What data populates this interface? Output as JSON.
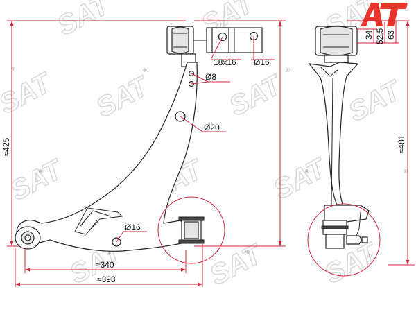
{
  "brand": {
    "logo_letters": "AT",
    "watermark": "SAT",
    "registered_mark": "®",
    "accent_color": "#d0243a"
  },
  "dimensions": {
    "overall_height_front": "≈425",
    "overall_height_side": "≈481",
    "width_inner": "≈340",
    "width_overall": "≈398",
    "slot": "18x16",
    "upper_hole": "Ø16",
    "small_holes": "Ø8",
    "middle_hole": "Ø20",
    "lower_hole": "Ø16",
    "side_34": "34",
    "side_52_5": "52,5",
    "side_63": "63"
  }
}
